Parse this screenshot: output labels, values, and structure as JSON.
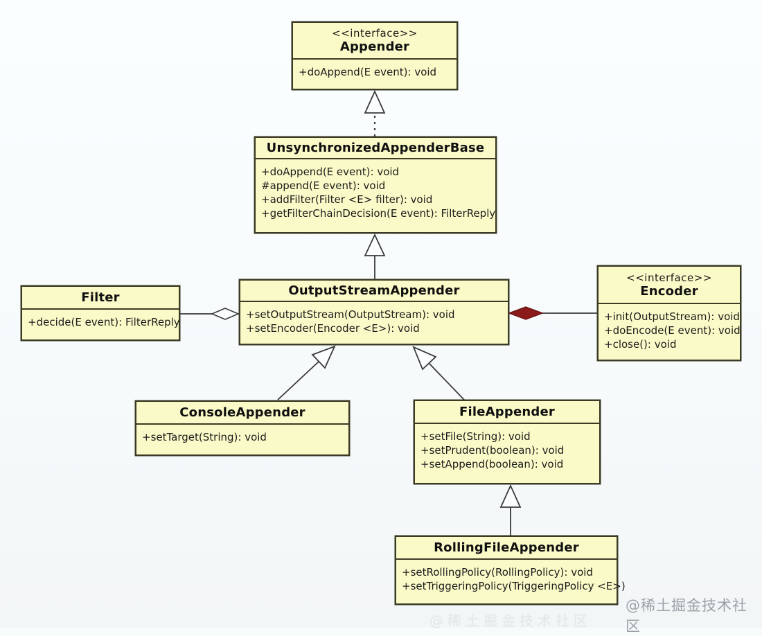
{
  "colors": {
    "box_fill": "#fafac8",
    "box_border": "#3b3b25",
    "line": "#3a3a3a",
    "composition_diamond": "#8b1a1a",
    "background": "#f7fbfc",
    "watermark": "#9aa2a8"
  },
  "watermark": {
    "text": "@稀土掘金技术社区"
  },
  "classes": [
    {
      "id": "appender",
      "stereotype": "<<interface>>",
      "name": "Appender",
      "methods": [
        "+doAppend(E event): void"
      ]
    },
    {
      "id": "unsynchronized-appender-base",
      "name": "UnsynchronizedAppenderBase",
      "methods": [
        "+doAppend(E event): void",
        "#append(E event): void",
        "+addFilter(Filter <E> filter): void",
        "+getFilterChainDecision(E event): FilterReply"
      ]
    },
    {
      "id": "output-stream-appender",
      "name": "OutputStreamAppender",
      "methods": [
        "+setOutputStream(OutputStream): void",
        "+setEncoder(Encoder <E>): void"
      ]
    },
    {
      "id": "filter",
      "name": "Filter",
      "methods": [
        "+decide(E event): FilterReply"
      ]
    },
    {
      "id": "encoder",
      "stereotype": "<<interface>>",
      "name": "Encoder",
      "methods": [
        "+init(OutputStream): void",
        "+doEncode(E event): void",
        "+close(): void"
      ]
    },
    {
      "id": "console-appender",
      "name": "ConsoleAppender",
      "methods": [
        "+setTarget(String): void"
      ]
    },
    {
      "id": "file-appender",
      "name": "FileAppender",
      "methods": [
        "+setFile(String): void",
        "+setPrudent(boolean): void",
        "+setAppend(boolean): void"
      ]
    },
    {
      "id": "rolling-file-appender",
      "name": "RollingFileAppender",
      "methods": [
        "+setRollingPolicy(RollingPolicy): void",
        "+setTriggeringPolicy(TriggeringPolicy <E>)"
      ]
    }
  ],
  "relationships": [
    {
      "from": "UnsynchronizedAppenderBase",
      "to": "Appender",
      "type": "realization"
    },
    {
      "from": "OutputStreamAppender",
      "to": "UnsynchronizedAppenderBase",
      "type": "generalization"
    },
    {
      "from": "Filter",
      "to": "OutputStreamAppender",
      "type": "aggregation"
    },
    {
      "from": "Encoder",
      "to": "OutputStreamAppender",
      "type": "composition"
    },
    {
      "from": "ConsoleAppender",
      "to": "OutputStreamAppender",
      "type": "generalization"
    },
    {
      "from": "FileAppender",
      "to": "OutputStreamAppender",
      "type": "generalization"
    },
    {
      "from": "RollingFileAppender",
      "to": "FileAppender",
      "type": "generalization"
    }
  ]
}
